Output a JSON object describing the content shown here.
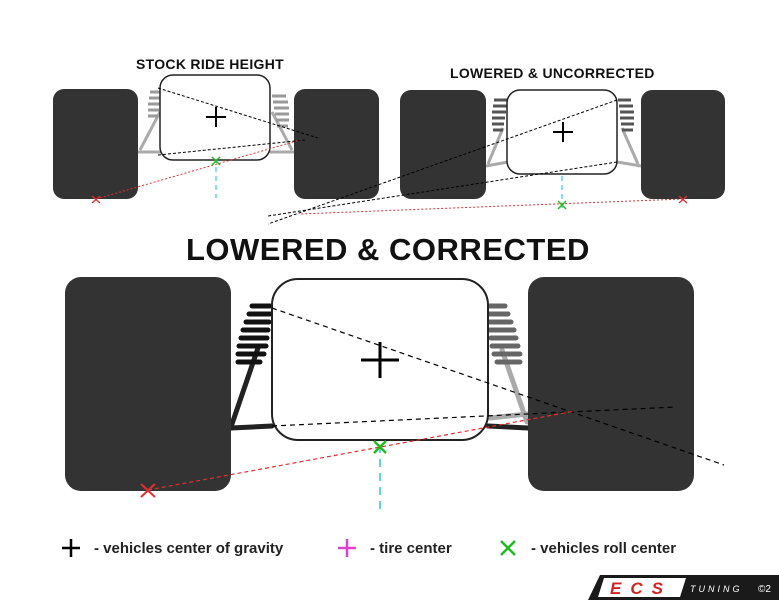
{
  "titles": {
    "stock": "STOCK RIDE HEIGHT",
    "lowered": "LOWERED & UNCORRECTED",
    "corrected": "LOWERED & CORRECTED"
  },
  "legend": {
    "center_of_gravity": "- vehicles center of gravity",
    "tire_center": "- tire center",
    "roll_center": "- vehicles roll center"
  },
  "logo": {
    "brand": "ECS",
    "tagline": "TUNING",
    "copyright": "©2"
  },
  "colors": {
    "tire": "#333333",
    "spring": "#222222",
    "center_of_gravity": "#000000",
    "tire_center_symbol": "#e040d0",
    "roll_center": "#22bb22",
    "roll_center_line": "#e03030",
    "centerline": "#5fd6e0",
    "geometry_line": "#000000"
  }
}
